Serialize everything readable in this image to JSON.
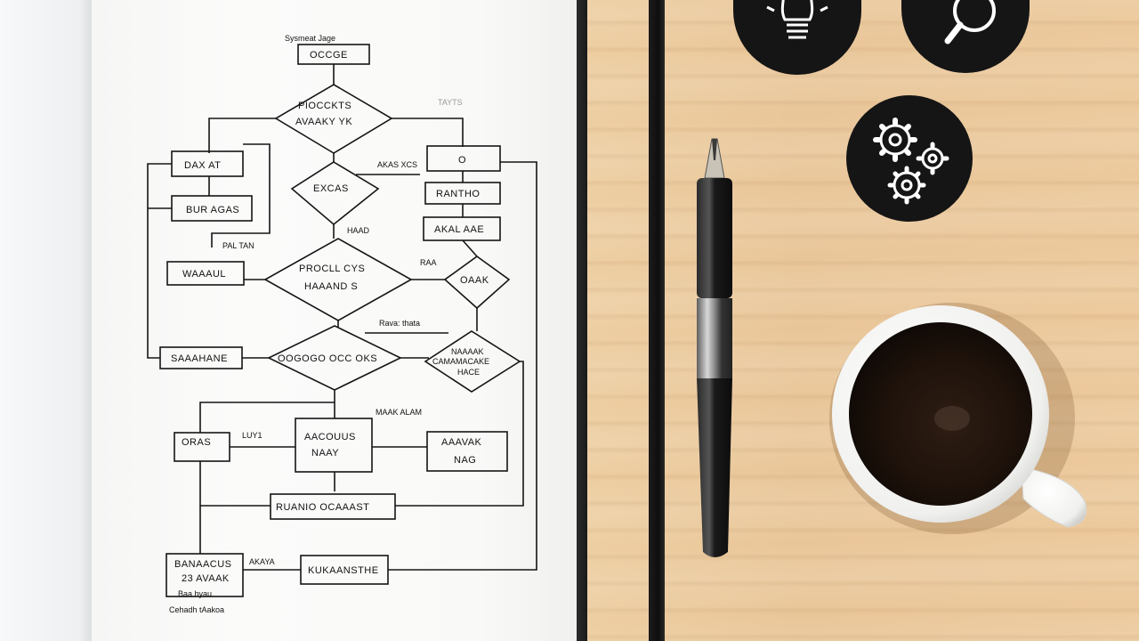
{
  "icons": {
    "bulb": "lightbulb-icon",
    "magnifier": "magnifying-glass-icon",
    "gears": "gears-icon"
  },
  "flowchart": {
    "title_line1": "Sysmeat Jage",
    "title_line2": "OCCGE",
    "top_diamond_1": "PIOCCKTS",
    "top_diamond_2": "AVAAKY YK",
    "side_note": "TAYTS",
    "box_left_1": "DAX AT",
    "box_left_2": "BUR AGAS",
    "diamond_2": "EXCAS",
    "arrow_note_1": "AKAS XCS",
    "box_right_1": "O",
    "box_right_2": "RANTHO",
    "box_right_3": "AKAL AAE",
    "note_mid": "HAAD",
    "note_left": "PAL TAN",
    "box_left_3": "WAAAUL",
    "diamond_3_1": "PROCLL CYS",
    "diamond_3_2": "HAAAND S",
    "note_right_2": "RAA",
    "diamond_small": "OAAK",
    "note_mid_2": "Rava: thata",
    "box_left_4": "SAAAHANE",
    "diamond_4": "OOGOGO OCC OKS",
    "diamond_5_1": "NAAAAK",
    "diamond_5_2": "CAMAMACAKE",
    "diamond_5_3": "HACE",
    "note_bottom": "MAAK ALAM",
    "box_b_left": "ORAS",
    "note_b_left": "LUY1",
    "box_b_center_1": "AACOUUS",
    "box_b_center_2": "NAAY",
    "box_b_right_1": "AAAVAK",
    "box_b_right_2": "NAG",
    "box_wide": "RUANIO   OCAAAST",
    "box_final_1": "BANAACUS",
    "box_final_2": "23 AVAAK",
    "note_final": "AKAYA",
    "box_end": "KUKAANSTHE",
    "foot_1": "Baa hyau",
    "foot_2": "Cehadh tAakoa"
  },
  "colors": {
    "ink": "#111111",
    "wood": "#e9c99a",
    "coffee": "#1e120b"
  }
}
